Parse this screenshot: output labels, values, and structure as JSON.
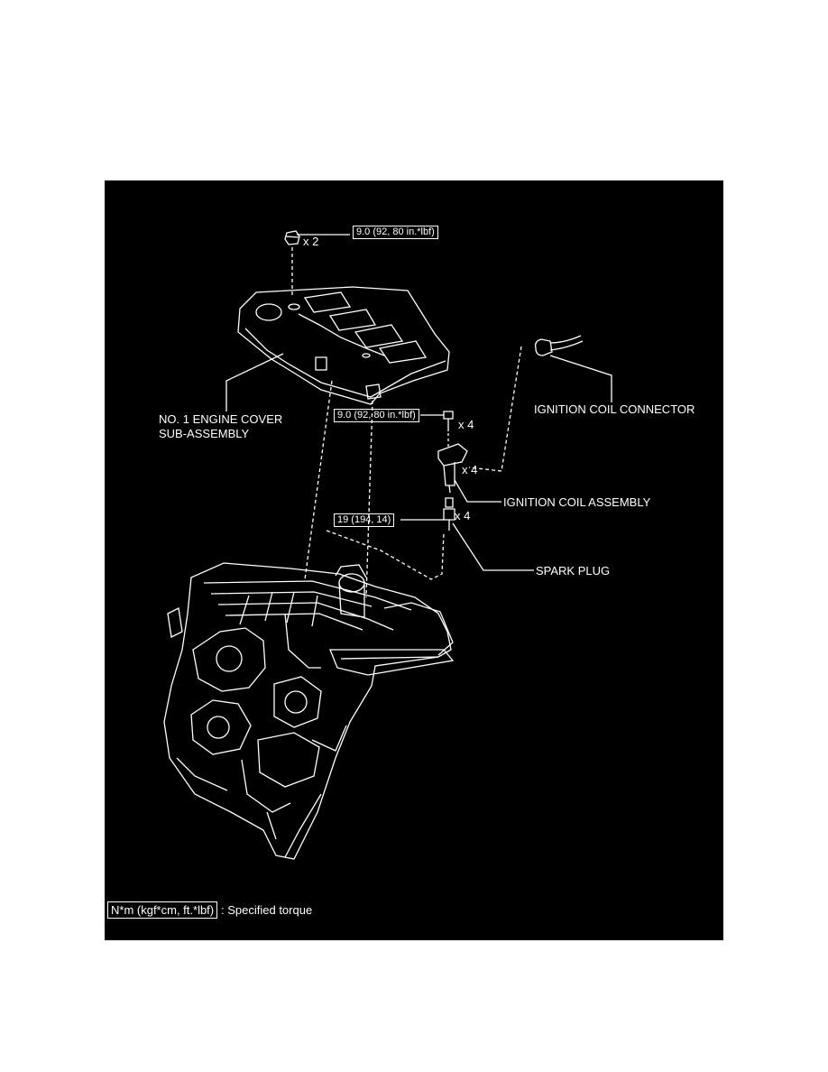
{
  "torque": {
    "cover_nut": "9.0 (92, 80 in.*lbf)",
    "coil_bolt": "9.0 (92, 80 in.*lbf)",
    "spark_plug": "19 (194, 14)"
  },
  "quantities": {
    "cover_nut": "x 2",
    "coil_bolt": "x 4",
    "coil": "x 4",
    "spark_plug": "x 4"
  },
  "labels": {
    "engine_cover_line1": "NO. 1 ENGINE COVER",
    "engine_cover_line2": "SUB-ASSEMBLY",
    "ignition_coil_connector": "IGNITION COIL CONNECTOR",
    "ignition_coil_assembly": "IGNITION COIL ASSEMBLY",
    "spark_plug": "SPARK PLUG"
  },
  "legend": {
    "unit": "N*m (kgf*cm, ft.*lbf)",
    "text": ": Specified torque"
  },
  "colors": {
    "background": "#000000",
    "line": "#ffffff"
  }
}
